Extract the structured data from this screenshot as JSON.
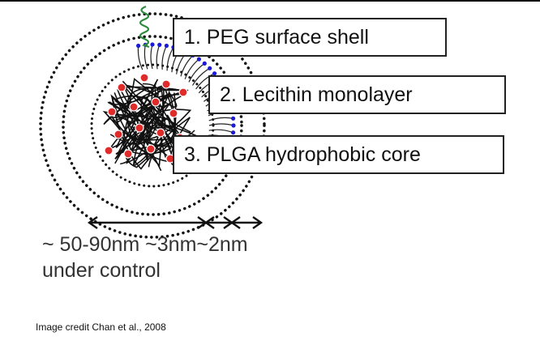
{
  "labels": {
    "peg": "1. PEG surface shell",
    "lecithin": "2. Lecithin monolayer",
    "plga": "3. PLGA hydrophobic core"
  },
  "measurements": {
    "line1": "~ 50-90nm ~3nm~2nm",
    "line2": "under control"
  },
  "credit": "Image credit Chan et al., 2008",
  "colors": {
    "peg_chain": "#2e8b3e",
    "lipid_head": "#1a1ad8",
    "drug_particle": "#e02b2b",
    "ink": "#111111"
  }
}
